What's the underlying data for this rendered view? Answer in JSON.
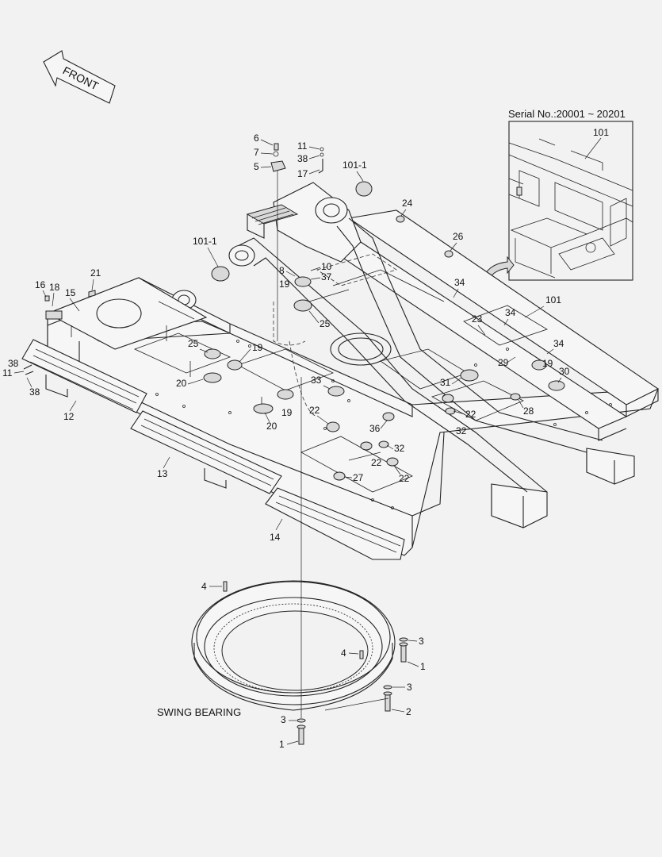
{
  "front_label": "FRONT",
  "serial_label": "Serial No.:20001 ~ 20201",
  "inset_callout": "101",
  "swing_bearing_label": "SWING BEARING",
  "callouts": {
    "c6": "6",
    "c7": "7",
    "c5": "5",
    "c11a": "11",
    "c38a": "38",
    "c17": "17",
    "c101_1a": "101-1",
    "c24": "24",
    "c26": "26",
    "c101_1b": "101-1",
    "c8": "8",
    "c10": "10",
    "c37": "37",
    "c19a": "19",
    "c25a": "25",
    "c21": "21",
    "c16": "16",
    "c18": "18",
    "c15": "15",
    "c34a": "34",
    "c101": "101",
    "c34b": "34",
    "c23": "23",
    "c25b": "25",
    "c19b": "19",
    "c34c": "34",
    "c19c": "19",
    "c29": "29",
    "c30": "30",
    "c38b": "38",
    "c11b": "11",
    "c38c": "38",
    "c20a": "20",
    "c33": "33",
    "c31": "31",
    "c28": "28",
    "c12": "12",
    "c19d": "19",
    "c22a": "22",
    "c22b": "22",
    "c20b": "20",
    "c36": "36",
    "c32a": "32",
    "c32b": "32",
    "c22c": "22",
    "c22d": "22",
    "c27": "27",
    "c13": "13",
    "c14": "14",
    "c4a": "4",
    "c4b": "4",
    "c3a": "3",
    "c1a": "1",
    "c3b": "3",
    "c2": "2",
    "c3c": "3",
    "c1b": "1"
  }
}
